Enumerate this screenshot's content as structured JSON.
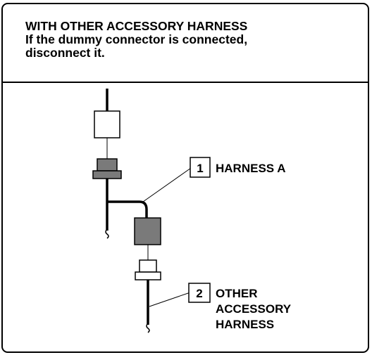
{
  "header": {
    "title": "WITH OTHER ACCESSORY HARNESS",
    "line2": "If the dummy connector is connected,",
    "line3": "disconnect it."
  },
  "callouts": [
    {
      "number": "1",
      "lines": [
        "HARNESS A"
      ]
    },
    {
      "number": "2",
      "lines": [
        "OTHER",
        "ACCESSORY",
        "HARNESS"
      ]
    }
  ]
}
